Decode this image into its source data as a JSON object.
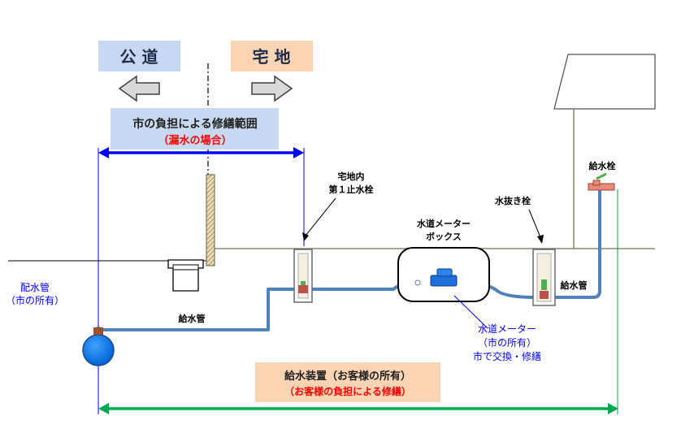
{
  "labels": {
    "public_road": "公 道",
    "private_land": "宅 地",
    "city_range_title": "市の負担による修繕範囲",
    "city_range_sub": "（漏水の場合）",
    "distribution_main": "配水管",
    "distribution_main_owner": "（市の所有）",
    "service_pipe_left": "給水管",
    "service_pipe_right": "給水管",
    "first_stopcock_1": "宅地内",
    "first_stopcock_2": "第１止水栓",
    "meter_box_1": "水道メーター",
    "meter_box_2": "ボックス",
    "drain_valve": "水抜き栓",
    "faucet": "給水栓",
    "meter_1": "水道メーター",
    "meter_2": "（市の所有）",
    "meter_3": "市で交換・修繕",
    "customer_title": "給水装置（お客様の所有）",
    "customer_sub": "（お客様の負担による修繕）"
  },
  "colors": {
    "public_box": "#c6d9f1",
    "private_box": "#fbd4b4",
    "range_box": "#c6d9f1",
    "customer_box": "#fbd4b4",
    "blue_arrow": "#0000ff",
    "green_arrow": "#00a84f",
    "pipe": "#4f81bd",
    "red_text": "#ff0000",
    "meter_text": "#0000ff"
  }
}
